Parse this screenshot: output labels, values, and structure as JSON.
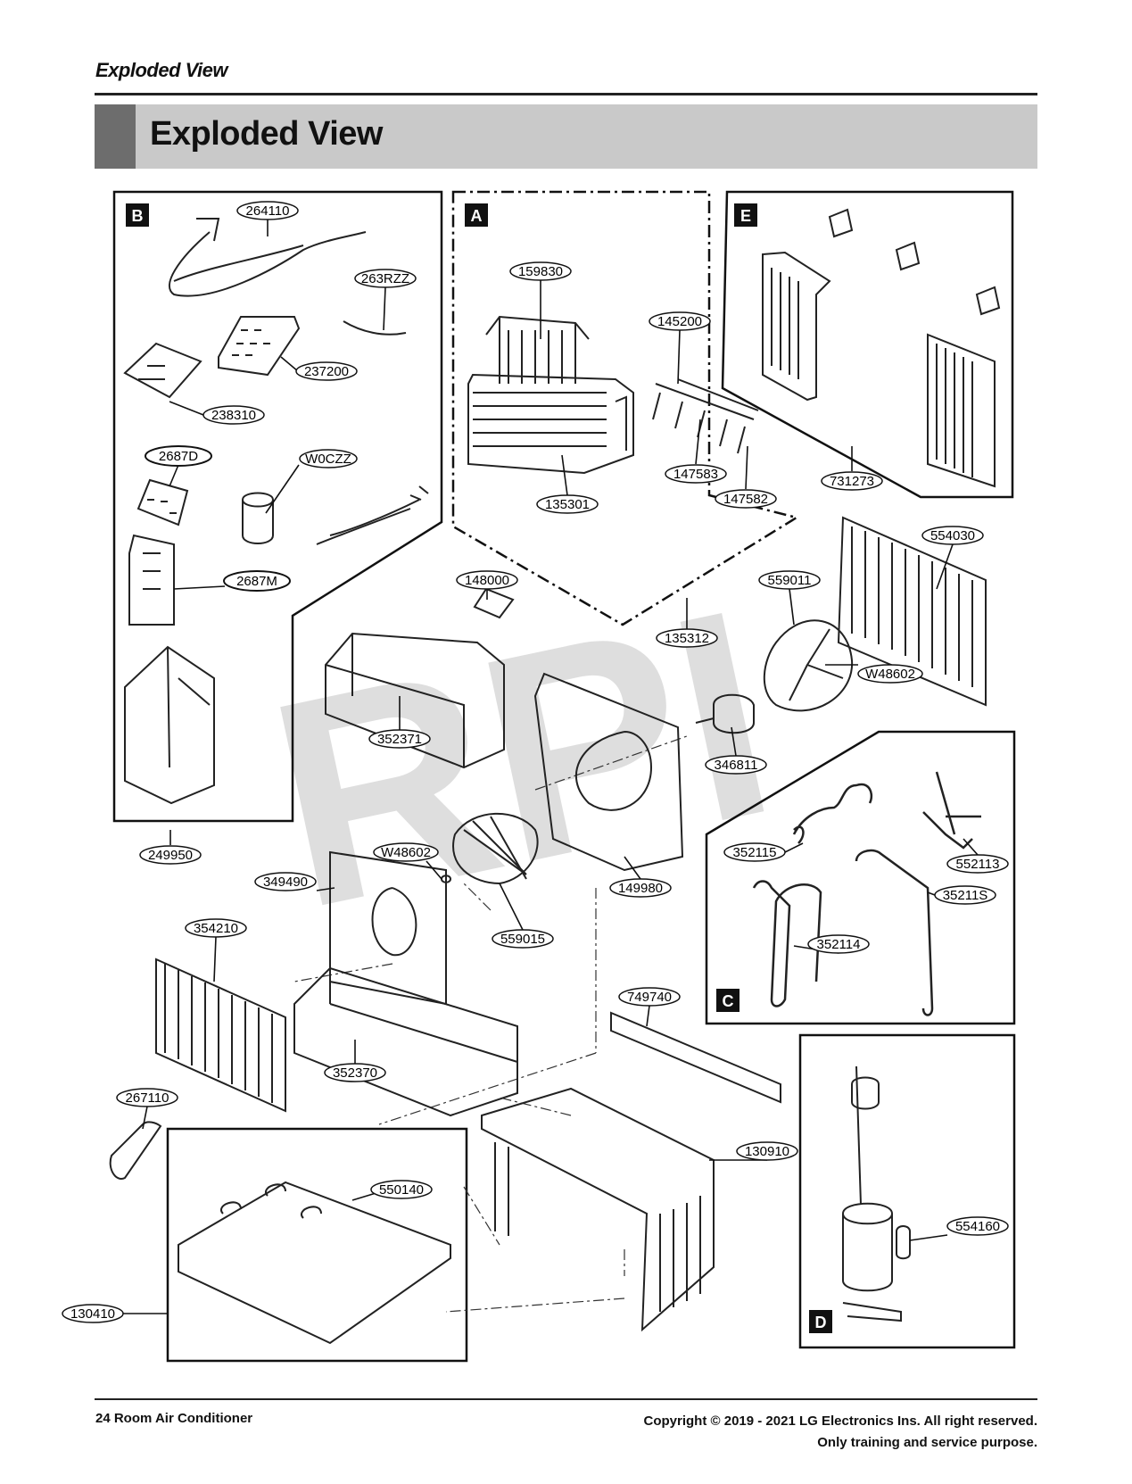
{
  "header": {
    "running_title": "Exploded View",
    "section_title": "Exploded View"
  },
  "watermark": "RPI",
  "section_labels": [
    "A",
    "B",
    "C",
    "D",
    "E"
  ],
  "part_numbers": {
    "p264110": "264110",
    "p263RZZ": "263RZZ",
    "p237200": "237200",
    "p238310": "238310",
    "p2687D": "2687D",
    "pW0CZZ": "W0CZZ",
    "p2687M": "2687M",
    "p249950": "249950",
    "p159830": "159830",
    "p145200": "145200",
    "p147583": "147583",
    "p147582": "147582",
    "p135301": "135301",
    "p731273": "731273",
    "p148000": "148000",
    "p135312": "135312",
    "p559011": "559011",
    "p554030": "554030",
    "pW48602a": "W48602",
    "p352371": "352371",
    "p346811": "346811",
    "pW48602b": "W48602",
    "p349490": "349490",
    "p559015": "559015",
    "p149980": "149980",
    "p354210": "354210",
    "p352370": "352370",
    "p352115": "352115",
    "p552113": "552113",
    "p35211S": "35211S",
    "p352114": "352114",
    "p749740": "749740",
    "p267110": "267110",
    "p550140": "550140",
    "p130910": "130910",
    "p130410": "130410",
    "p554160": "554160"
  },
  "footer": {
    "left": "24 Room Air Conditioner",
    "right_line1": "Copyright © 2019 - 2021 LG Electronics Ins. All right reserved.",
    "right_line2": "Only training and service purpose."
  }
}
